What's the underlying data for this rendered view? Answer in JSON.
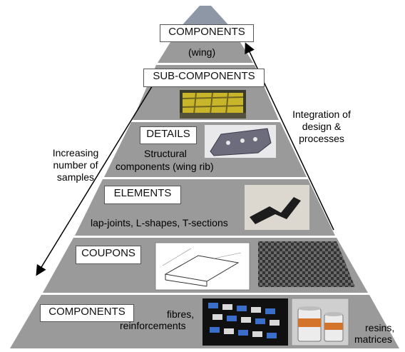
{
  "levels": [
    {
      "box": "COMPONENTS",
      "caption": "(wing)"
    },
    {
      "box": "SUB-COMPONENTS"
    },
    {
      "box": "DETAILS",
      "caption_line1": "Structural",
      "caption_line2": "components (wing rib)"
    },
    {
      "box": "ELEMENTS",
      "caption": "lap-joints, L-shapes, T-sections"
    },
    {
      "box": "COUPONS"
    },
    {
      "box": "COMPONENTS",
      "left_caption_line1": "fibres,",
      "left_caption_line2": "reinforcements",
      "right_caption_line1": "resins,",
      "right_caption_line2": "matrices"
    }
  ],
  "annotations": {
    "left_line1": "Increasing",
    "left_line2": "number of",
    "left_line3": "samples",
    "right_line1": "Integration of",
    "right_line2": "design &",
    "right_line3": "processes"
  },
  "colors": {
    "band_fill": "#9a9a9a",
    "band_fill_top": "#8e97a6",
    "separator": "#ffffff",
    "arrow": "#000000"
  }
}
